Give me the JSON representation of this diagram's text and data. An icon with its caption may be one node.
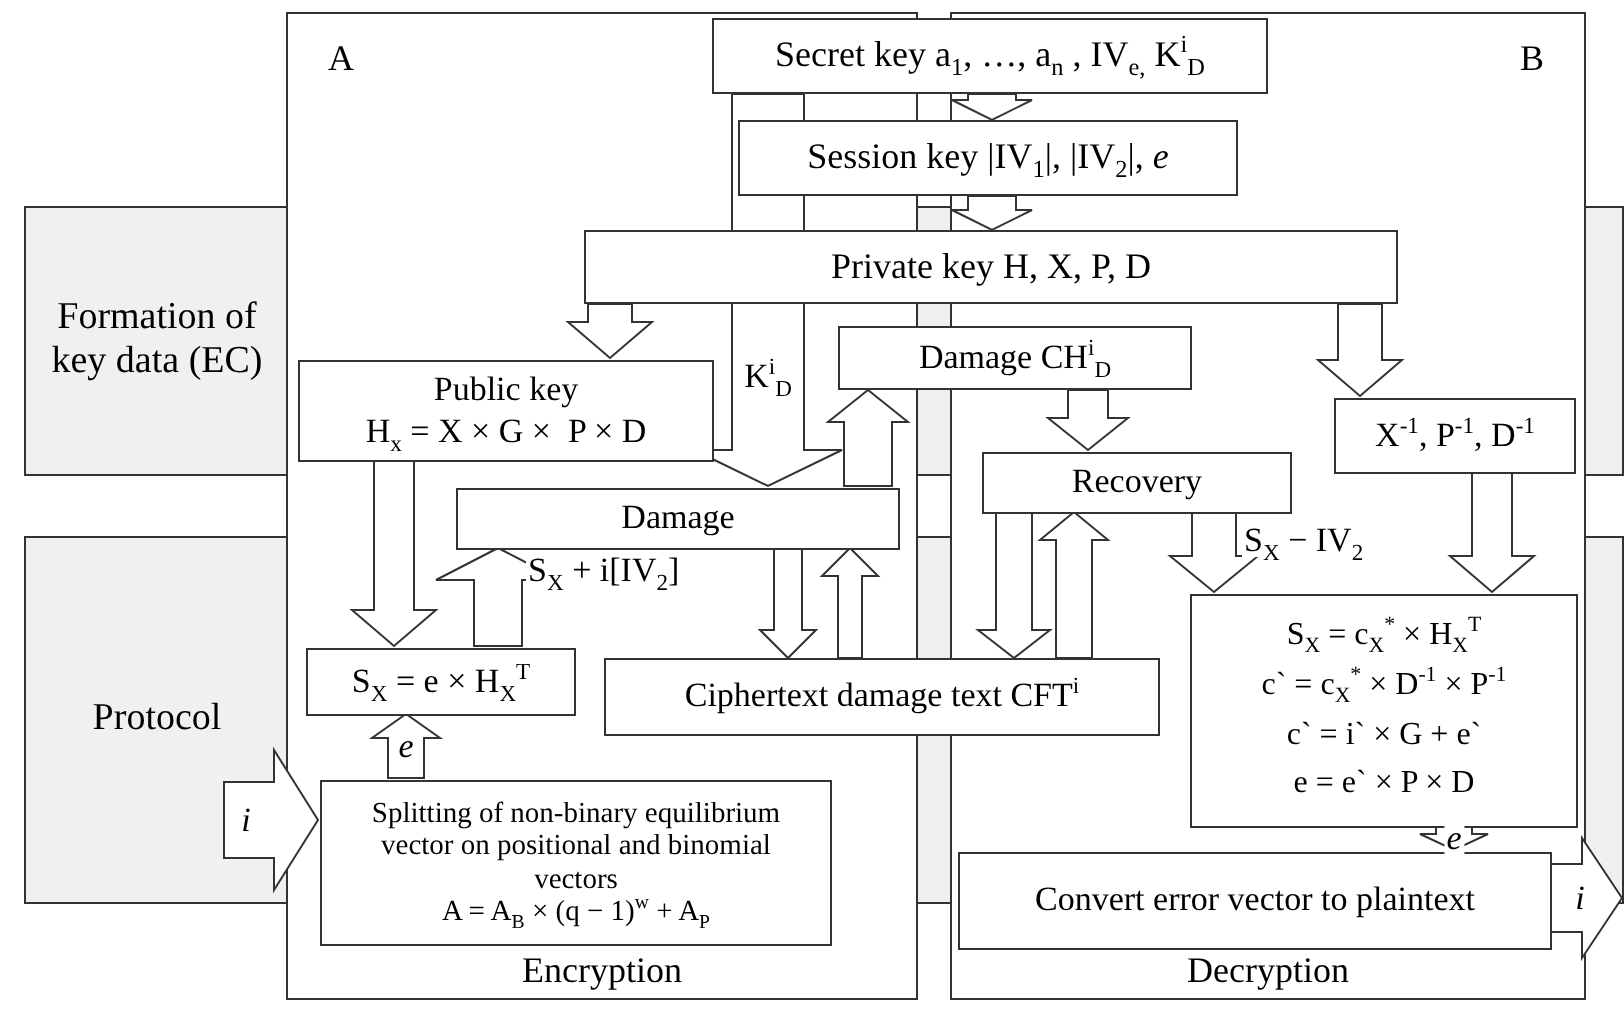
{
  "diagram": {
    "nodes": [
      {
        "text": [
          "Formation of key data (EC)"
        ]
      },
      {
        "text": [
          "Protocol"
        ]
      },
      {
        "text": [
          "A",
          "Encryption"
        ]
      },
      {
        "text": [
          "B",
          "Decryption"
        ]
      },
      {
        "text": [
          "Secret key a$_{1}$, …, a$_{n}$ , IV$_{e,}$ K$^{i}$$_{D}$"
        ]
      },
      {
        "text": [
          "Session key |IV$_{1}$|, |IV$_{2}$|, *e*"
        ]
      },
      {
        "text": [
          "Private key H, X, P, D"
        ]
      },
      {
        "text": [
          "Public key",
          "H$_{x}$ = X × G ×  P × D"
        ],
        "in": 2
      },
      {
        "text": [
          "Damage CH$^{i}$$_{D}$"
        ]
      },
      {
        "text": [
          "X$^{-1}$, P$^{-1}$, D$^{-1}$"
        ],
        "in": 3
      },
      {
        "text": [
          "Recovery"
        ],
        "in": 3
      },
      {
        "text": [
          "Damage"
        ],
        "in": 2
      },
      {
        "text": [
          "S$_{X}$ = e × H$_{X}$$^{T}$"
        ],
        "in": 2
      },
      {
        "text": [
          "Ciphertext damage text CFT$^{i}$"
        ]
      },
      {
        "text": [
          "S$_{X}$ = c$_{X}$$^{*}$ × H$_{X}$$^{T}$",
          "c` = c$_{X}$$^{*}$ × D$^{-1}$ × P$^{-1}$",
          "c` = i` × G + e`",
          "e = e` × P × D"
        ],
        "in": 3
      },
      {
        "text": [
          "Splitting of non-binary equilibrium vector on positional and binomial vectors",
          "A = A$_{B}$ × (q − 1)$^{w}$ + A$_{P}$"
        ],
        "in": 2
      },
      {
        "text": [
          "Convert error vector to plaintext"
        ],
        "in": 3
      }
    ],
    "edges": [
      {
        "from": 4,
        "to": 5,
        "arrow": "to"
      },
      {
        "from": 5,
        "to": 6,
        "arrow": "to"
      },
      {
        "from": 6,
        "to": 7,
        "arrow": "to"
      },
      {
        "from": 6,
        "to": 9,
        "arrow": "to"
      },
      {
        "from": 4,
        "to": 11,
        "arrow": "to",
        "label": "K$^{i}$$_{D}$"
      },
      {
        "from": 11,
        "to": 8,
        "arrow": "to"
      },
      {
        "from": 8,
        "to": 10,
        "arrow": "to"
      },
      {
        "from": 7,
        "to": 12,
        "arrow": "to"
      },
      {
        "from": 12,
        "to": 11,
        "arrow": "to",
        "label": "S$_{X}$ + i[IV$_{2}$]"
      },
      {
        "from": 11,
        "to": 13,
        "arrow": "to"
      },
      {
        "from": 13,
        "to": 11,
        "arrow": "to"
      },
      {
        "from": 10,
        "to": 13,
        "arrow": "to"
      },
      {
        "from": 13,
        "to": 10,
        "arrow": "to"
      },
      {
        "from": 10,
        "to": 14,
        "arrow": "to",
        "label": "S$_{X}$ − IV$_{2}$"
      },
      {
        "from": 9,
        "to": 14,
        "arrow": "to"
      },
      {
        "from": 14,
        "to": 16,
        "arrow": "to",
        "label": "e"
      },
      {
        "from": 15,
        "to": 12,
        "arrow": "to",
        "label": "e"
      },
      {
        "from": null,
        "to": 15,
        "arrow": "to",
        "label": "i"
      },
      {
        "from": 16,
        "to": null,
        "arrow": "to",
        "label": "i"
      }
    ]
  }
}
